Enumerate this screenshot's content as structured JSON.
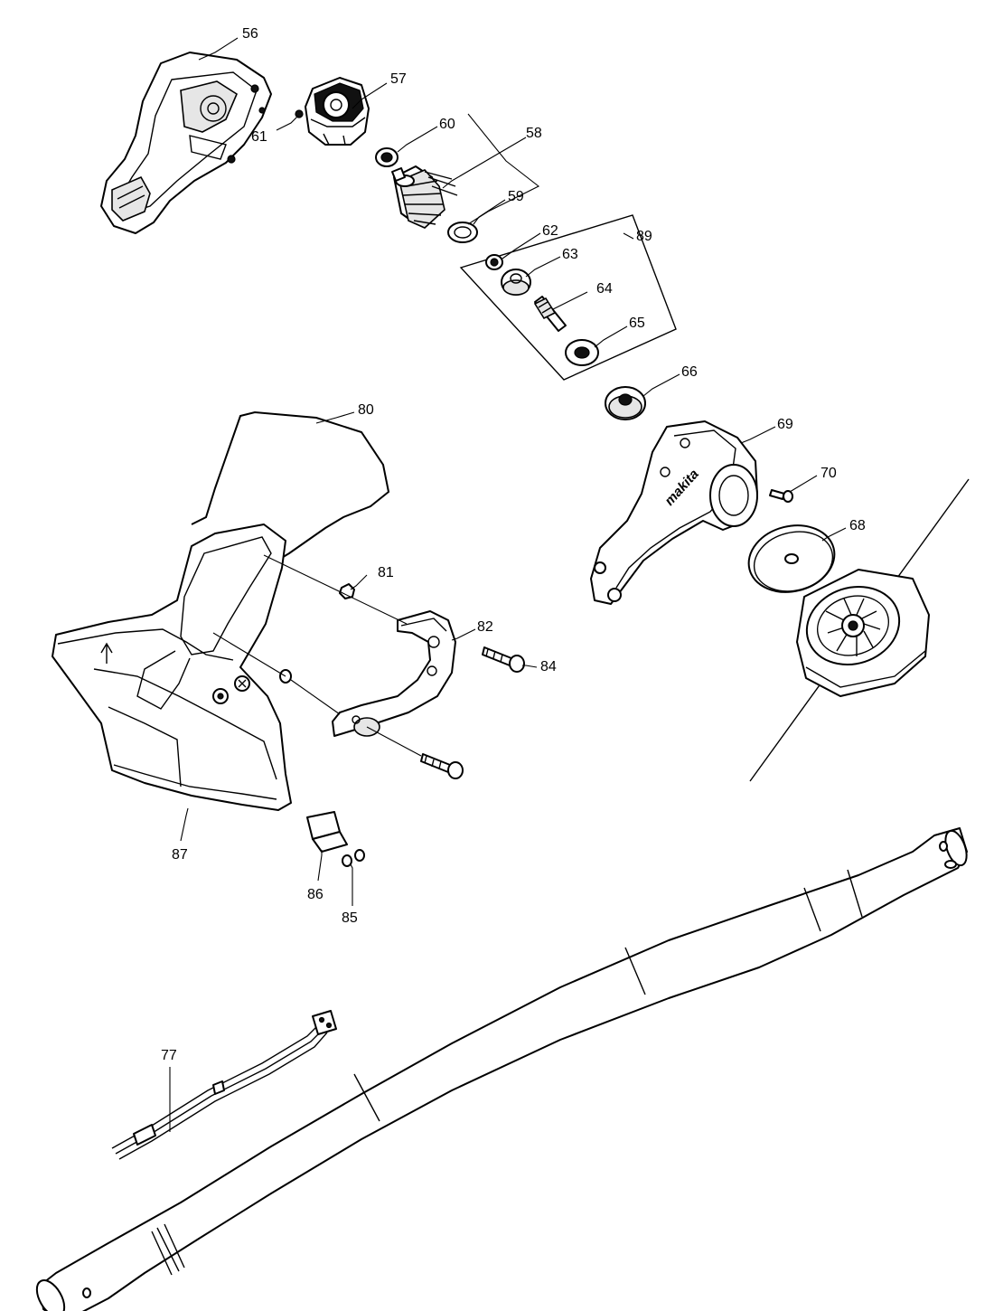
{
  "brand_text": "makita",
  "callouts": [
    {
      "id": "56",
      "text": "56"
    },
    {
      "id": "57",
      "text": "57"
    },
    {
      "id": "61",
      "text": "61"
    },
    {
      "id": "60",
      "text": "60"
    },
    {
      "id": "58",
      "text": "58"
    },
    {
      "id": "59",
      "text": "59"
    },
    {
      "id": "62",
      "text": "62"
    },
    {
      "id": "89",
      "text": "89"
    },
    {
      "id": "63",
      "text": "63"
    },
    {
      "id": "64",
      "text": "64"
    },
    {
      "id": "65",
      "text": "65"
    },
    {
      "id": "66",
      "text": "66"
    },
    {
      "id": "80",
      "text": "80"
    },
    {
      "id": "69",
      "text": "69"
    },
    {
      "id": "70",
      "text": "70"
    },
    {
      "id": "68",
      "text": "68"
    },
    {
      "id": "81",
      "text": "81"
    },
    {
      "id": "82",
      "text": "82"
    },
    {
      "id": "84",
      "text": "84"
    },
    {
      "id": "87",
      "text": "87"
    },
    {
      "id": "86",
      "text": "86"
    },
    {
      "id": "85",
      "text": "85"
    },
    {
      "id": "77",
      "text": "77"
    }
  ]
}
